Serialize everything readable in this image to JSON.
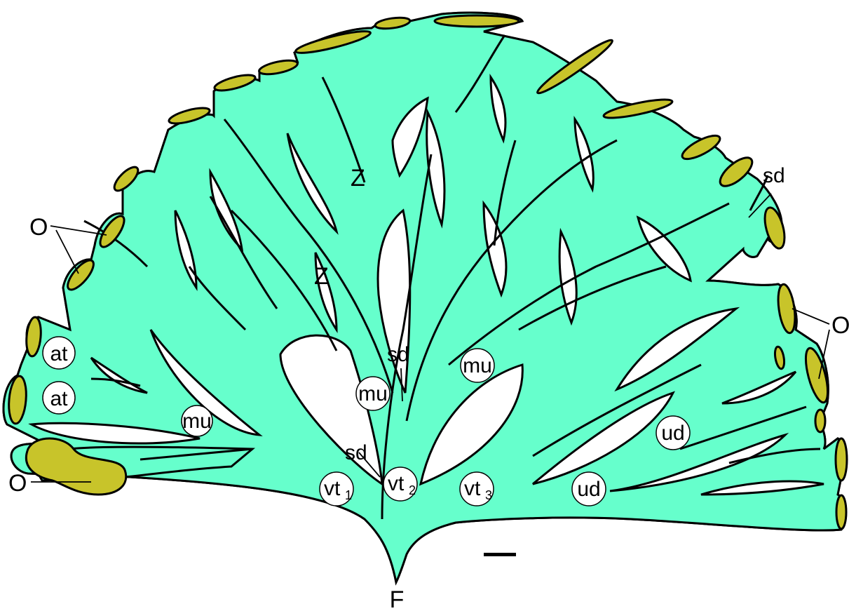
{
  "colors": {
    "tissue": "#66ffcc",
    "aperture": "#c8c42a",
    "outline": "#000000",
    "background": "#ffffff"
  },
  "labels": {
    "orifice": "O",
    "orifice_right": "O",
    "orifice_bottom": "O",
    "zooid_upper": "Z",
    "zooid_lower": "Z",
    "septal_division_top_right": "sd",
    "septal_division_center": "sd",
    "septal_division_lower": "sd",
    "accessory_tube_1": "at",
    "accessory_tube_2": "at",
    "median_unit_left": "mu",
    "median_unit_center": "mu",
    "median_unit_right": "mu",
    "ventral_tube_1": "vt",
    "ventral_tube_1_sub": "1",
    "ventral_tube_2": "vt",
    "ventral_tube_2_sub": "2",
    "ventral_tube_3": "vt",
    "ventral_tube_3_sub": "3",
    "unit_division_upper": "ud",
    "unit_division_lower": "ud",
    "foot": "F"
  }
}
